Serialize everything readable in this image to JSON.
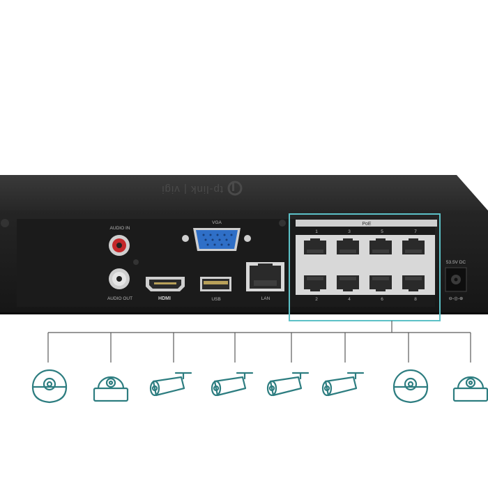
{
  "device": {
    "brand_text": "tp-link | vigi",
    "audio_in_label": "AUDIO IN",
    "audio_out_label": "AUDIO OUT",
    "vga_label": "VGA",
    "hdmi_label": "HDMI",
    "usb_label": "USB",
    "lan_label": "LAN",
    "poe_label": "PoE",
    "dc_label": "53.5V DC",
    "poe_ports": {
      "top": [
        "1",
        "3",
        "5",
        "7"
      ],
      "bottom": [
        "2",
        "4",
        "6",
        "8"
      ]
    }
  },
  "colors": {
    "chassis": "#202020",
    "highlight": "#5cc1c7",
    "connector_line": "#5a5a5a",
    "camera_stroke": "#2d7d80",
    "vga_blue": "#2f6fc7",
    "audio_red": "#c4282a"
  },
  "cameras": [
    {
      "type": "dome-icon"
    },
    {
      "type": "turret-icon"
    },
    {
      "type": "bullet-icon"
    },
    {
      "type": "bullet-icon"
    },
    {
      "type": "bullet-icon"
    },
    {
      "type": "bullet-icon"
    },
    {
      "type": "dome-icon"
    },
    {
      "type": "turret-icon"
    }
  ]
}
